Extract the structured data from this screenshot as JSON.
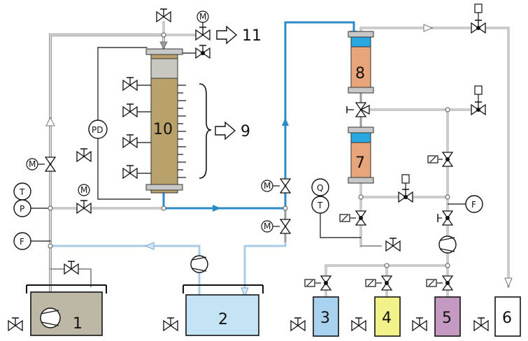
{
  "labels": {
    "tank1": "1",
    "tank2": "2",
    "tank3": "3",
    "tank4": "4",
    "tank5": "5",
    "tank6": "6",
    "col7": "7",
    "col8": "8",
    "col10": "10",
    "out9": "9",
    "out11": "11",
    "t1": "T",
    "p1": "P",
    "f1": "F",
    "pd": "PD",
    "q": "Q",
    "t2": "T",
    "f2": "F",
    "m": "M"
  },
  "colors": {
    "grey_line": "#bdbdbd",
    "blue_line": "#2b8bc6",
    "light_blue_line": "#a9cbe6",
    "soil": "#b9a16c",
    "orange": "#e8a57c",
    "cyan_cap": "#29a8e0",
    "tank1_fill": "#bdb8a6",
    "tank2_fill": "#c4e3f5",
    "tank3_fill": "#a9d2ef",
    "tank4_fill": "#f3f18a",
    "tank5_fill": "#c49ac2",
    "tank6_fill": "#ffffff"
  }
}
